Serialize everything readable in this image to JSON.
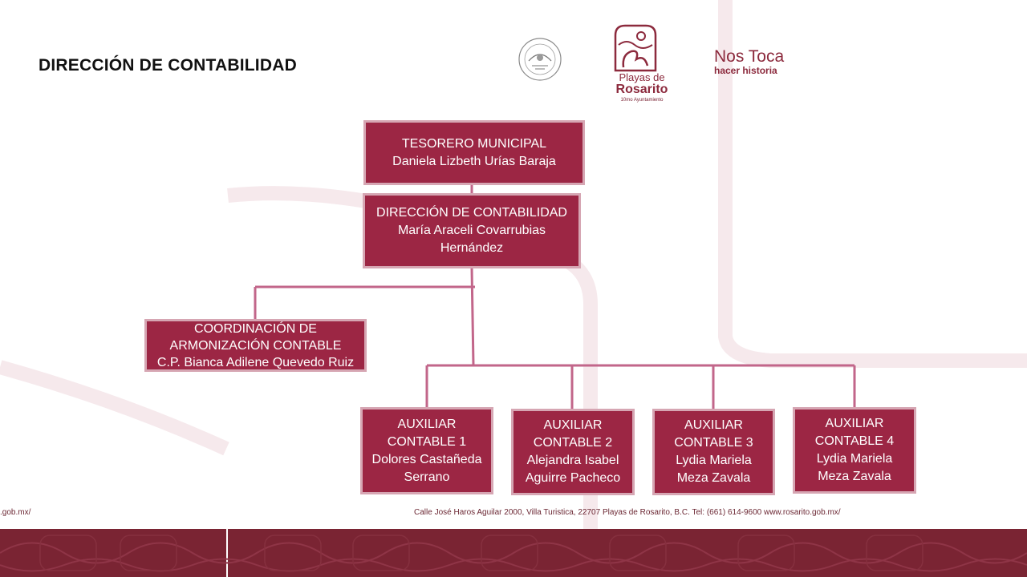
{
  "page": {
    "title": "DIRECCIÓN DE CONTABILIDAD"
  },
  "logos": {
    "municipality_name_line1": "Playas de",
    "municipality_name_line2": "Rosarito",
    "municipality_name_line3": "10mo Ayuntamiento",
    "slogan_line1": "Nos Toca",
    "slogan_line2": "hacer historia"
  },
  "org_chart": {
    "treasurer": {
      "title": "TESORERO MUNICIPAL",
      "name": "Daniela Lizbeth Urías Baraja"
    },
    "direction": {
      "title": "DIRECCIÓN DE CONTABILIDAD",
      "name_line1": "María Araceli Covarrubias",
      "name_line2": "Hernández"
    },
    "coordination": {
      "title_line1": "COORDINACIÓN DE",
      "title_line2": "ARMONIZACIÓN CONTABLE",
      "name": "C.P. Bianca Adilene Quevedo Ruiz"
    },
    "auxiliaries": [
      {
        "title_line1": "AUXILIAR",
        "title_line2": "CONTABLE 1",
        "name_line1": "Dolores Castañeda",
        "name_line2": "Serrano"
      },
      {
        "title_line1": "AUXILIAR",
        "title_line2": "CONTABLE 2",
        "name_line1": "Alejandra Isabel",
        "name_line2": "Aguirre Pacheco"
      },
      {
        "title_line1": "AUXILIAR",
        "title_line2": "CONTABLE 3",
        "name_line1": "Lydia Mariela",
        "name_line2": "Meza Zavala"
      },
      {
        "title_line1": "AUXILIAR",
        "title_line2": "CONTABLE 4",
        "name_line1": "Lydia Mariela",
        "name_line2": "Meza Zavala"
      }
    ]
  },
  "footer": {
    "address": "Calle José Haros Aguilar 2000, Villa Turistica, 22707 Playas de Rosarito, B.C. Tel: (661) 614-9600  www.rosarito.gob.mx/",
    "left_fragment": ".gob.mx/"
  },
  "colors": {
    "box_fill": "#9c2644",
    "box_border": "#d6a6b3",
    "connector": "#c2668a",
    "brand": "#8c2a3d",
    "band": "#7a2433"
  }
}
